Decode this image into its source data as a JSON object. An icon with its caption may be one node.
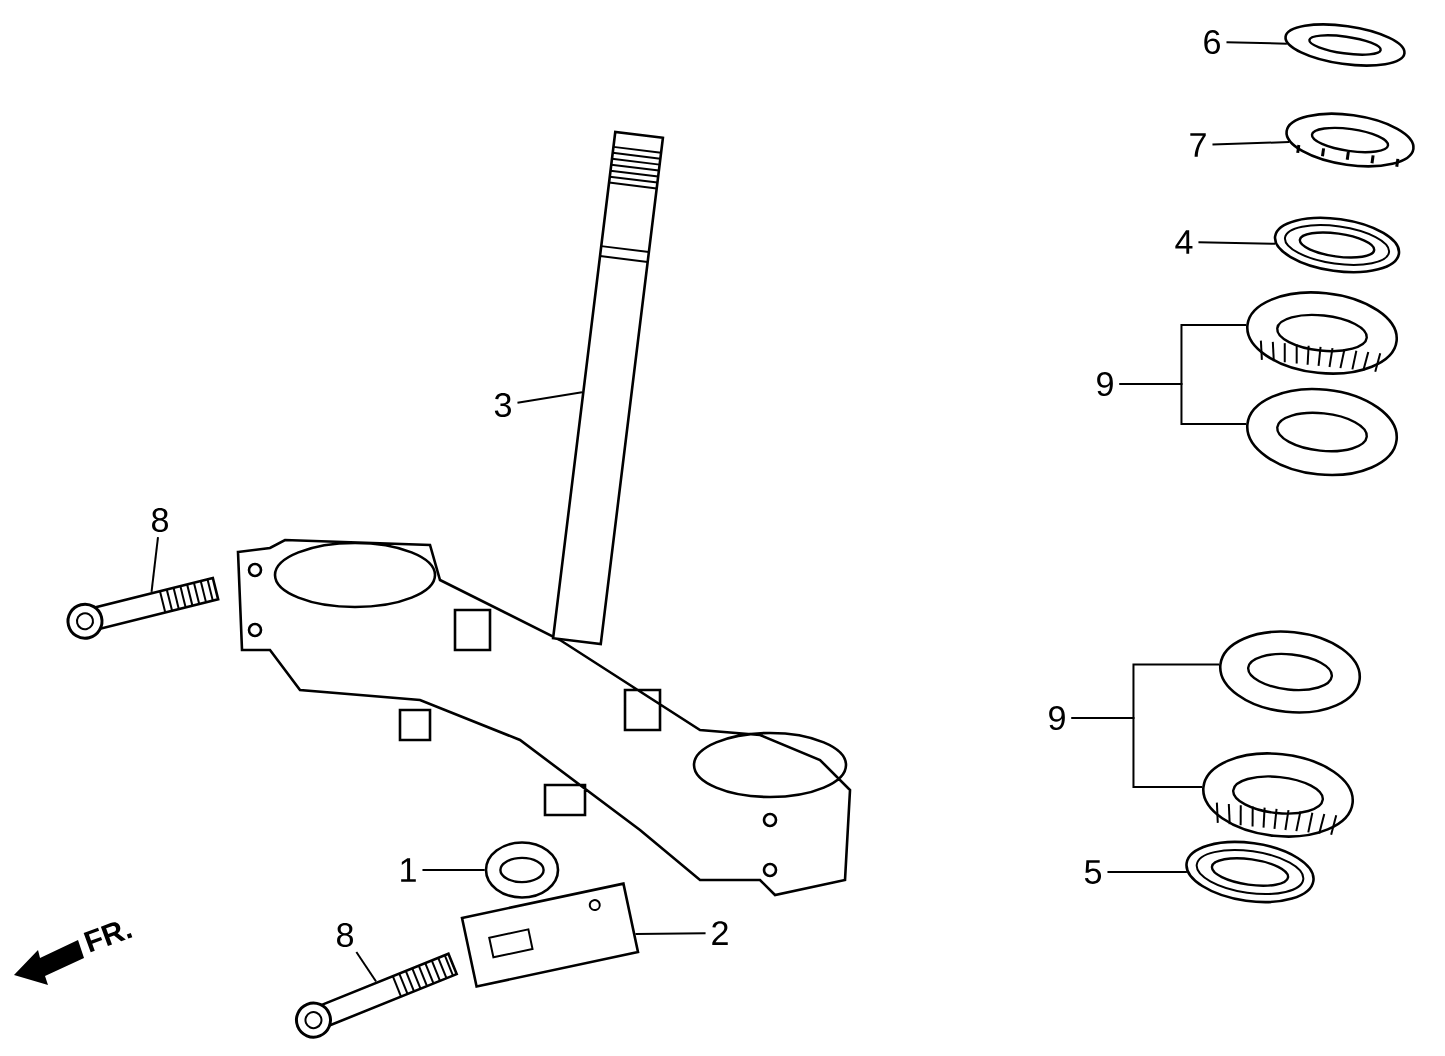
{
  "diagram": {
    "nodes": [
      {
        "text": [
          "6"
        ]
      },
      {
        "text": [],
        "shape": "picture"
      },
      {
        "text": [
          "7"
        ]
      },
      {
        "text": [],
        "shape": "picture"
      },
      {
        "text": [
          "4"
        ]
      },
      {
        "text": [],
        "shape": "picture"
      },
      {
        "text": [
          "9"
        ]
      },
      {
        "text": [],
        "shape": "picture"
      },
      {
        "text": [],
        "shape": "picture"
      },
      {
        "text": [
          "3"
        ]
      },
      {
        "text": [],
        "shape": "picture"
      },
      {
        "text": [
          "8"
        ]
      },
      {
        "text": [],
        "shape": "picture"
      },
      {
        "text": [
          "9"
        ]
      },
      {
        "text": [],
        "shape": "picture"
      },
      {
        "text": [],
        "shape": "picture"
      },
      {
        "text": [
          "5"
        ]
      },
      {
        "text": [],
        "shape": "picture"
      },
      {
        "text": [
          "1"
        ]
      },
      {
        "text": [],
        "shape": "picture"
      },
      {
        "text": [
          "2"
        ]
      },
      {
        "text": [],
        "shape": "picture"
      },
      {
        "text": [
          "8"
        ]
      },
      {
        "text": [],
        "shape": "picture"
      }
    ],
    "edges": [
      {
        "from": 0,
        "to": 1,
        "arrow": "none"
      },
      {
        "from": 2,
        "to": 3,
        "arrow": "none"
      },
      {
        "from": 4,
        "to": 5,
        "arrow": "none"
      },
      {
        "from": 6,
        "to": 7,
        "arrow": "none"
      },
      {
        "from": 6,
        "to": 8,
        "arrow": "none"
      },
      {
        "from": 9,
        "to": 10,
        "arrow": "none"
      },
      {
        "from": 11,
        "to": 12,
        "arrow": "none"
      },
      {
        "from": 13,
        "to": 14,
        "arrow": "none"
      },
      {
        "from": 13,
        "to": 15,
        "arrow": "none"
      },
      {
        "from": 16,
        "to": 17,
        "arrow": "none"
      },
      {
        "from": 18,
        "to": 19,
        "arrow": "none"
      },
      {
        "from": 20,
        "to": 21,
        "arrow": "none"
      },
      {
        "from": 22,
        "to": 23,
        "arrow": "none"
      }
    ],
    "labels": [
      "FR."
    ]
  }
}
